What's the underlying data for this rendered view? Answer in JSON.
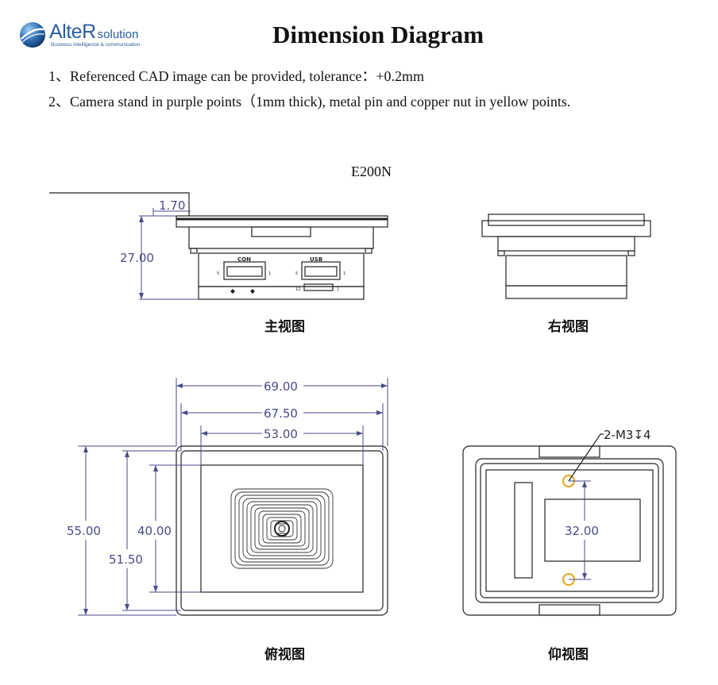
{
  "header": {
    "logo_brand": "AlteR",
    "logo_suffix": "solution",
    "logo_tagline": "Business intelligence & communication",
    "title": "Dimension Diagram"
  },
  "notes": [
    "1、Referenced CAD image can be provided, tolerance：+0.2mm",
    "2、Camera stand in purple points（1mm thick), metal pin and copper nut in yellow points."
  ],
  "model": "E200N",
  "views": {
    "front": {
      "caption": "主视图",
      "dimensions": {
        "top_offset": "1.70",
        "height": "27.00"
      },
      "connectors": {
        "con_label": "CON",
        "usb_label": "USB",
        "pin_5": "5",
        "pin_1": "1",
        "pin_12": "12"
      }
    },
    "right": {
      "caption": "右视图"
    },
    "top": {
      "caption": "俯视图",
      "dimensions": {
        "width_outer": "69.00",
        "width_inner": "67.50",
        "width_window": "53.00",
        "height_outer": "55.00",
        "height_inner": "51.50",
        "height_window": "40.00"
      }
    },
    "bottom": {
      "caption": "仰视图",
      "dimensions": {
        "hole_spec": "2-M3↧4",
        "hole_spacing": "32.00"
      }
    }
  },
  "colors": {
    "dimension": "#4a4a8a",
    "outline": "#222222",
    "hole": "#e8a317",
    "brand": "#2b5d9e"
  }
}
